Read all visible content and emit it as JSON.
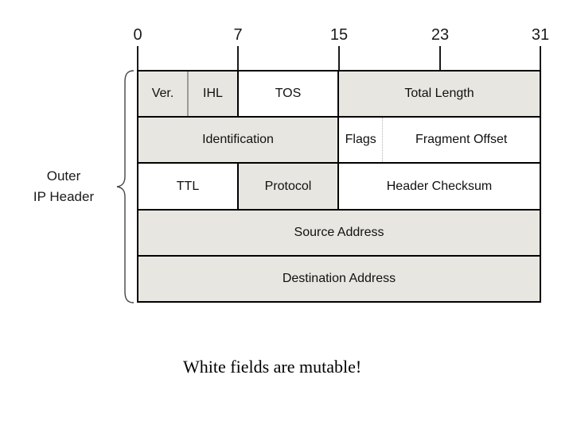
{
  "diagram": {
    "axis": {
      "tick_labels": [
        "0",
        "7",
        "15",
        "23",
        "31"
      ]
    },
    "side_label": {
      "line1": "Outer",
      "line2": "IP Header"
    },
    "table": {
      "rows": [
        {
          "cells": [
            {
              "label": "Ver.",
              "shaded": true
            },
            {
              "label": "IHL",
              "shaded": true
            },
            {
              "label": "TOS",
              "shaded": false
            },
            {
              "label": "Total Length",
              "shaded": true
            }
          ]
        },
        {
          "cells": [
            {
              "label": "Identification",
              "shaded": true
            },
            {
              "label": "Flags",
              "shaded": false
            },
            {
              "label": "Fragment Offset",
              "shaded": false
            }
          ]
        },
        {
          "cells": [
            {
              "label": "TTL",
              "shaded": false
            },
            {
              "label": "Protocol",
              "shaded": true
            },
            {
              "label": "Header Checksum",
              "shaded": false
            }
          ]
        },
        {
          "cells": [
            {
              "label": "Source Address",
              "shaded": true
            }
          ]
        },
        {
          "cells": [
            {
              "label": "Destination Address",
              "shaded": true
            }
          ]
        }
      ]
    },
    "caption": "White fields are mutable!",
    "colors": {
      "shaded": "#e7e6e0",
      "mutable": "#ffffff",
      "border": "#000000"
    }
  }
}
